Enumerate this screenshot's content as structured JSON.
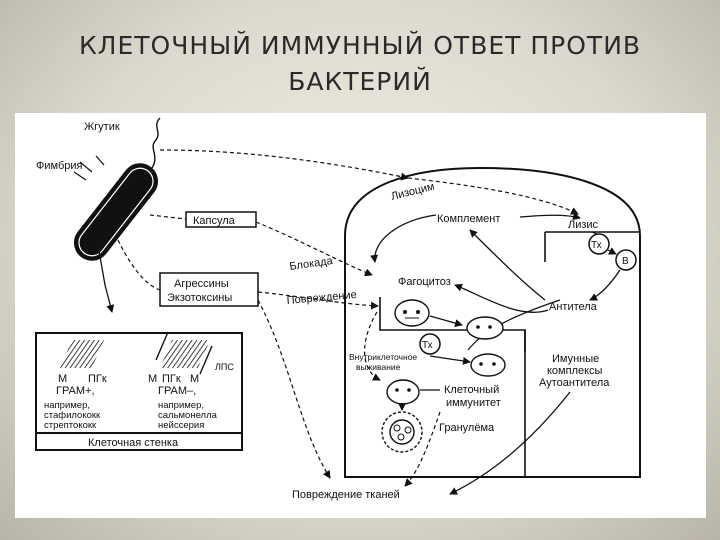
{
  "slide": {
    "title_line1": "КЛЕТОЧНЫЙ ИММУННЫЙ ОТВЕТ ПРОТИВ",
    "title_line2": "БАКТЕРИЙ"
  },
  "diagram": {
    "bacterium": {
      "flagellum": "Жгутик",
      "fimbria": "Фимбрия"
    },
    "boxes": {
      "capsule": "Капсула",
      "aggressins": "Агрессины",
      "exotoxins": "Экзотоксины",
      "cell_wall": "Клеточная стенка"
    },
    "paths": {
      "lysozyme": "Лизоцим",
      "blockade": "Блокада",
      "damage": "Повреждение"
    },
    "host": {
      "complement": "Комплемент",
      "lysis": "Лизис",
      "phagocytosis": "Фагоцитоз",
      "tx": "Тх",
      "b": "В",
      "antibodies": "Антитела",
      "intracellular_survival_1": "Внутриклеточное",
      "intracellular_survival_2": "выживание",
      "cellular_immunity_1": "Клеточный",
      "cellular_immunity_2": "иммунитет",
      "granuloma": "Гранулёма",
      "immune_complexes_1": "Имунные",
      "immune_complexes_2": "комплексы",
      "autoantibodies": "Аутоантитела",
      "tissue_damage": "Повреждение тканей"
    },
    "cell_wall_panel": {
      "gram_pos_m": "М",
      "gram_pos_pgk": "ПГк",
      "gram_pos_label": "ГРАМ+,",
      "gram_neg_m1": "М",
      "gram_neg_pgk": "ПГк",
      "gram_neg_m2": "М",
      "gram_neg_label": "ГРАМ–,",
      "lps": "ЛПС",
      "example_pos_1": "например,",
      "example_pos_2": "стафилококк",
      "example_pos_3": "стрептококк",
      "example_neg_1": "например,",
      "example_neg_2": "сальмонелла",
      "example_neg_3": "нейссерия"
    }
  }
}
